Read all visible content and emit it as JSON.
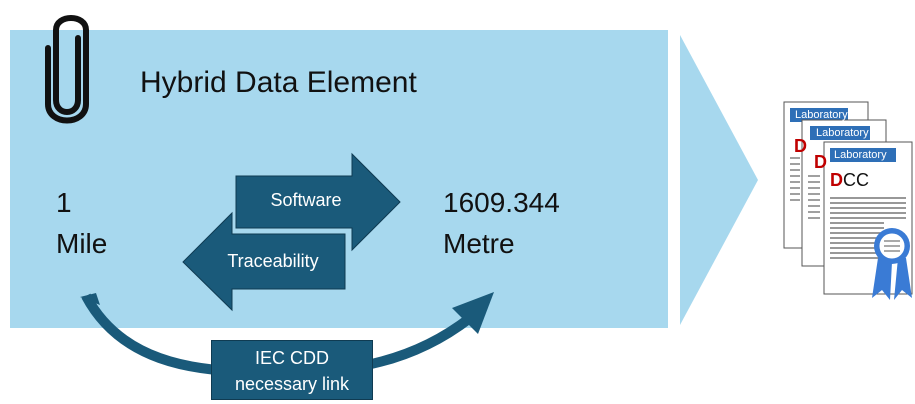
{
  "diagram": {
    "title": "Hybrid Data Element",
    "left_value": {
      "number": "1",
      "unit": "Mile"
    },
    "right_value": {
      "number": "1609.344",
      "unit": "Metre"
    },
    "forward_arrow_label": "Software",
    "backward_arrow_label": "Traceability",
    "link_box": {
      "line1": "IEC CDD",
      "line2": "necessary link"
    },
    "certificate": {
      "header_label": "Laboratory",
      "title_initial": "D",
      "title_rest": "CC",
      "back_title_initial": "D"
    }
  },
  "colors": {
    "panel": "#a7d8ee",
    "arrow_fill": "#1a5a7a",
    "ribbon": "#3a7bd5",
    "accent_red": "#c00000"
  },
  "icons": [
    "paperclip-icon",
    "certificate-icon",
    "ribbon-icon"
  ]
}
